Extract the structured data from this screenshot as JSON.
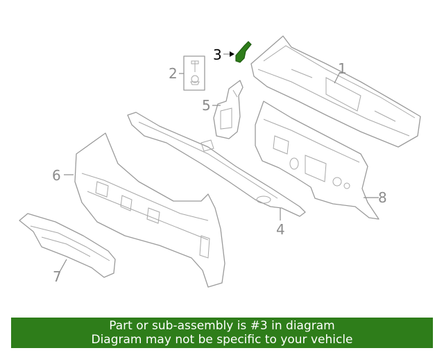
{
  "diagram": {
    "callouts": {
      "c1": "1",
      "c2": "2",
      "c3": "3",
      "c4": "4",
      "c5": "5",
      "c6": "6",
      "c7": "7",
      "c8": "8"
    },
    "highlighted_part": "3",
    "highlight_color": "#2e7d1a"
  },
  "banner": {
    "line1": "Part or sub-assembly is #3 in diagram",
    "line2": "Diagram may not be specific to your vehicle",
    "background": "#2e7d1a"
  }
}
